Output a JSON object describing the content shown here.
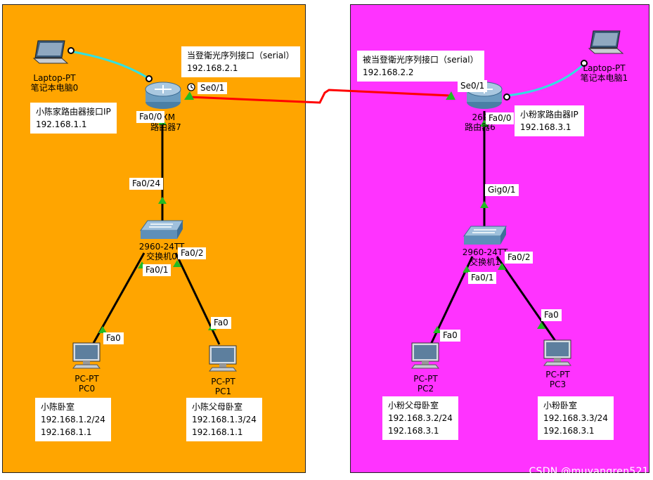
{
  "colors": {
    "zone_left": "#ffa500",
    "zone_right": "#ff33ff",
    "serial_link": "#ff0000",
    "wireless_link": "#33e0e0",
    "ethernet_link": "#000000",
    "link_indicator": "#22bb22"
  },
  "devices": {
    "laptop0": {
      "type": "Laptop-PT",
      "name": "笔记本电脑0",
      "icon": "laptop-icon"
    },
    "laptop1": {
      "type": "Laptop-PT",
      "name": "笔记本电脑1",
      "icon": "laptop-icon"
    },
    "router7": {
      "type": "0XM",
      "name": "路由器7",
      "icon": "router-icon"
    },
    "router6": {
      "type": "262",
      "name": "路由器6",
      "icon": "router-icon"
    },
    "switch0": {
      "type": "2960-24TT",
      "name": "交换机0",
      "icon": "switch-icon"
    },
    "switch1": {
      "type": "2960-24TT",
      "name": "交换机1",
      "icon": "switch-icon"
    },
    "pc0": {
      "type": "PC-PT",
      "name": "PC0",
      "icon": "pc-icon"
    },
    "pc1": {
      "type": "PC-PT",
      "name": "PC1",
      "icon": "pc-icon"
    },
    "pc2": {
      "type": "PC-PT",
      "name": "PC2",
      "icon": "pc-icon"
    },
    "pc3": {
      "type": "PC-PT",
      "name": "PC3",
      "icon": "pc-icon"
    }
  },
  "ports": {
    "r7_se": "Se0/1",
    "r7_fa": "Fa0/0",
    "sw0_up": "Fa0/24",
    "sw0_p1": "Fa0/1",
    "sw0_p2": "Fa0/2",
    "pc0_fa": "Fa0",
    "pc1_fa": "Fa0",
    "r6_se": "Se0/1",
    "r6_fa": "Fa0/0",
    "sw1_up": "Gig0/1",
    "sw1_p1": "Fa0/1",
    "sw1_p2": "Fa0/2",
    "pc2_fa": "Fa0",
    "pc3_fa": "Fa0"
  },
  "notes": {
    "r7_serial": {
      "line1": "当登衛光序列接口（serial）",
      "line2": "192.168.2.1"
    },
    "r7_ip": {
      "line1": "小陈家路由器接口IP",
      "line2": "192.168.1.1"
    },
    "r6_serial": {
      "line1": "被当登衛光序列接口（serial）",
      "line2": "192.168.2.2"
    },
    "r6_ip": {
      "line1": "小粉家路由器IP",
      "line2": "192.168.3.1"
    },
    "pc0": {
      "line1": "小陈卧室",
      "line2": "192.168.1.2/24",
      "line3": "192.168.1.1"
    },
    "pc1": {
      "line1": "小陈父母卧室",
      "line2": "192.168.1.3/24",
      "line3": "192.168.1.1"
    },
    "pc2": {
      "line1": "小粉父母卧室",
      "line2": "192.168.3.2/24",
      "line3": "192.168.3.1"
    },
    "pc3": {
      "line1": "小粉卧室",
      "line2": "192.168.3.3/24",
      "line3": "192.168.3.1"
    }
  },
  "watermark": "CSDN @muyangren521"
}
